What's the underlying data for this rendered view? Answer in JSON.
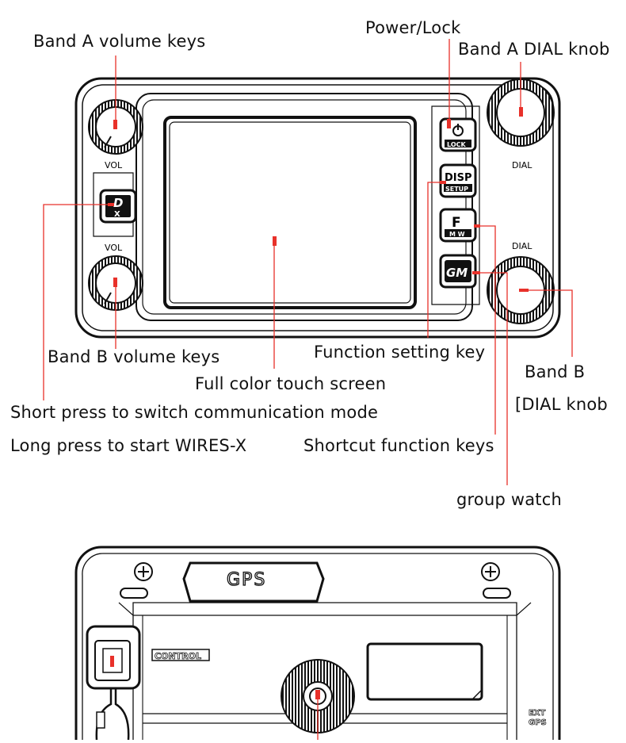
{
  "labels": {
    "band_a_volume": "Band A volume keys",
    "power_lock": "Power/Lock",
    "band_a_dial": "Band A DIAL knob",
    "band_b_volume": "Band B volume keys",
    "function_setting": "Function setting key",
    "band_b": "Band B",
    "band_b_dial": "[DIAL knob",
    "touch_screen": "Full color touch screen",
    "short_press": "Short press to switch communication mode",
    "long_press": "Long press to start WIRES-X",
    "shortcut_keys": "Shortcut function keys",
    "group_watch": "group watch"
  },
  "panel_text": {
    "vol_top": "VOL",
    "vol_bottom": "VOL",
    "dial_top": "DIAL",
    "dial_bottom": "DIAL",
    "lock": "LOCK",
    "disp": "DISP",
    "setup": "SETUP",
    "f_key": "F",
    "mw": "M W",
    "dx_top": "D",
    "dx_bottom": "X",
    "gm": "GM"
  },
  "rear_text": {
    "gps": "GPS",
    "control": "CONTROL",
    "ext": "EXT",
    "ext_gps": "GPS"
  },
  "colors": {
    "marker": "#e8312a",
    "line": "#111111"
  }
}
